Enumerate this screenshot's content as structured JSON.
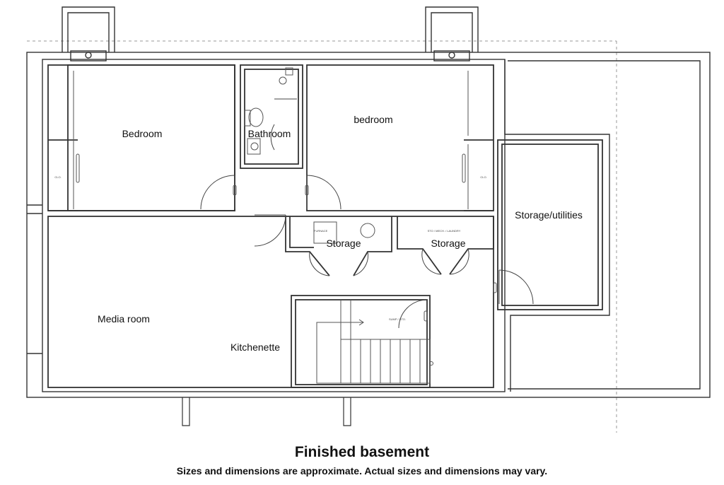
{
  "rooms": {
    "bedroom_left": "Bedroom",
    "bathroom": "Bathroom",
    "bedroom_right": "bedroom",
    "storage_utilities": "Storage/utilities",
    "storage_left": "Storage",
    "storage_right": "Storage",
    "media_room": "Media room",
    "kitchenette": "Kitchenette"
  },
  "small_labels": {
    "closet_left": "CLO.",
    "closet_right": "CLO.",
    "furnace": "FURNACE",
    "sto_mech_laundry": "STO / MECH. / LAUNDRY",
    "sump_sto": "SUMP / STO."
  },
  "caption": {
    "title": "Finished basement",
    "subtitle": "Sizes and dimensions are approximate. Actual sizes and dimensions may vary."
  }
}
